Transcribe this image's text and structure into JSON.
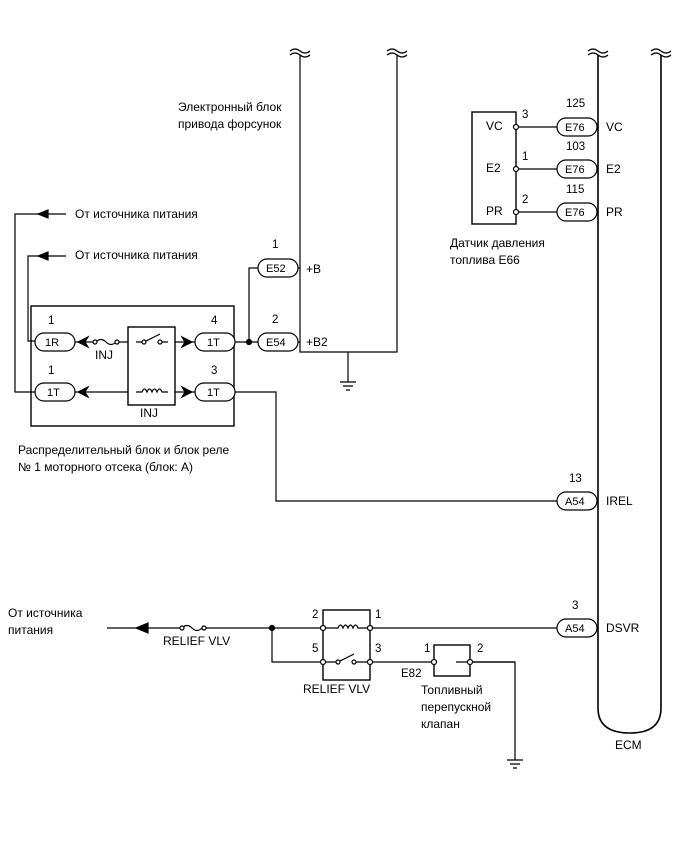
{
  "ecu_block": {
    "lines": [
      "Электронный блок",
      "привода форсунок"
    ],
    "terminals": {
      "b": "+B",
      "b2": "+B2"
    }
  },
  "sensor": {
    "lines": [
      "Датчик давления",
      "топлива  E66"
    ],
    "pins": {
      "vc": "VC",
      "e2": "E2",
      "pr": "PR"
    }
  },
  "power_labels": {
    "top": "От источника питания",
    "mid": "От источника питания",
    "left": [
      "От источника",
      "питания"
    ]
  },
  "relay_box": {
    "lines": [
      "Распределительный блок и блок реле",
      "№ 1 моторного отсека (блок: A)"
    ],
    "fuse": "INJ",
    "relay": "INJ",
    "connectors": {
      "r1": "1R",
      "l1": "1T",
      "r4": "1T",
      "r3": "1T"
    },
    "pins": {
      "r1": "1",
      "l1": "1",
      "r4": "4",
      "r3": "3"
    }
  },
  "ecm": {
    "label": "ECM",
    "terminals": [
      {
        "conn": "E76",
        "pin": "125",
        "name": "VC"
      },
      {
        "conn": "E76",
        "pin": "103",
        "name": "E2"
      },
      {
        "conn": "E76",
        "pin": "115",
        "name": "PR"
      },
      {
        "conn": "A54",
        "pin": "13",
        "name": "IREL"
      },
      {
        "conn": "A54",
        "pin": "3",
        "name": "DSVR"
      }
    ]
  },
  "sensor_pins": {
    "vc": "3",
    "e2": "1",
    "pr": "2"
  },
  "ecu_connectors": {
    "e52": "E52",
    "e54": "E54",
    "e52_pin": "1",
    "e54_pin": "2"
  },
  "relief": {
    "fuse": "RELIEF VLV",
    "relay": "RELIEF VLV",
    "pins": {
      "p2": "2",
      "p1": "1",
      "p5": "5",
      "p3": "3"
    },
    "valve_conn": "E82",
    "valve_pins": {
      "a": "1",
      "b": "2"
    },
    "valve_lines": [
      "Топливный",
      "перепускной",
      "клапан"
    ]
  }
}
